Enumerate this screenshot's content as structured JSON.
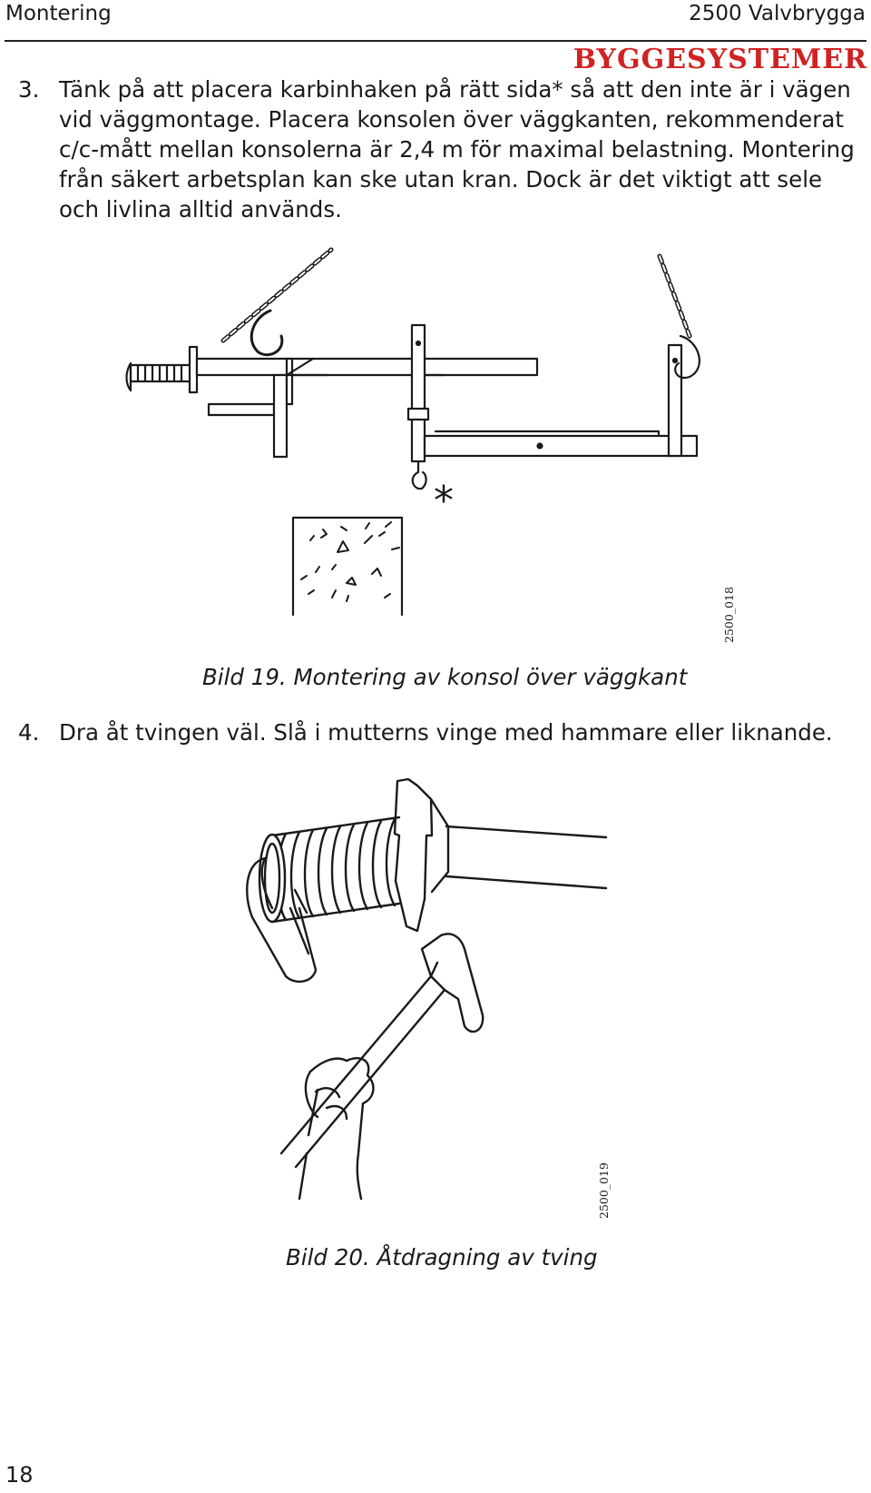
{
  "header": {
    "section": "Montering",
    "product": "2500 Valvbrygga",
    "brand": "BYGGESYSTEMER"
  },
  "colors": {
    "brand": "#d12222",
    "text": "#1a1a1a",
    "lines": "#1a1a1a"
  },
  "steps": [
    {
      "number": "3.",
      "text": "Tänk på att placera karbinhaken på rätt sida* så att den inte är i vägen vid väggmontage. Placera konsolen över väggkanten, rekommenderat c/c-mått mellan konsolerna är 2,4 m för maximal belastning. Montering från säkert arbetsplan kan ske utan kran. Dock är det viktigt att sele och livlina alltid används."
    },
    {
      "number": "4.",
      "text": "Dra åt tvingen väl. Slå i mutterns vinge med hammare eller liknande."
    }
  ],
  "figures": [
    {
      "caption": "Bild 19. Montering av konsol över väggkant",
      "code": "2500_018",
      "marker": "*"
    },
    {
      "caption": "Bild 20. Åtdragning av tving",
      "code": "2500_019"
    }
  ],
  "page_number": "18"
}
